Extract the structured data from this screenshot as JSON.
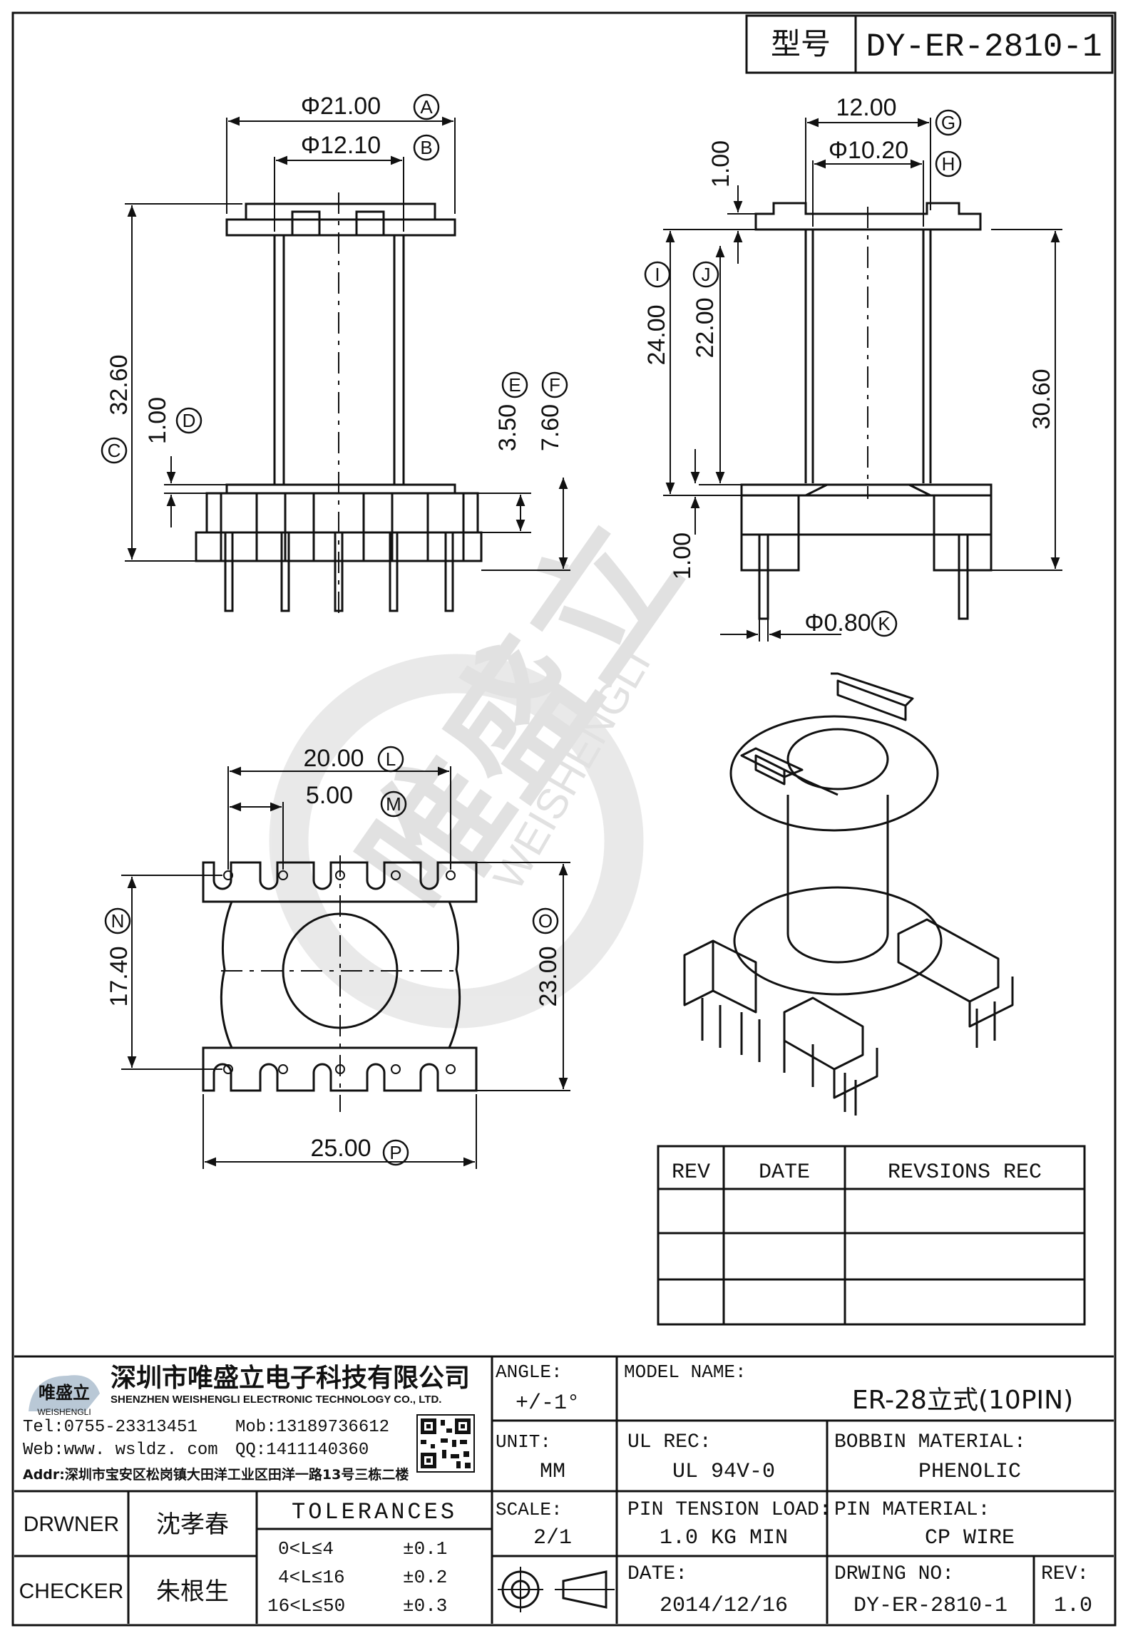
{
  "header": {
    "model_label": "型号",
    "model_no": "DY-ER-2810-1"
  },
  "dims": {
    "A": "Φ21.00",
    "B": "Φ12.10",
    "C": "32.60",
    "D": "1.00",
    "E": "3.50",
    "F": "7.60",
    "G": "12.00",
    "H": "Φ10.20",
    "I": "24.00",
    "J": "22.00",
    "top1": "1.00",
    "total": "30.60",
    "pin_len": "1.00",
    "K": "Φ0.80",
    "L": "20.00",
    "M": "5.00",
    "N": "17.40",
    "O": "23.00",
    "P": "25.00"
  },
  "balloons": [
    "A",
    "B",
    "C",
    "D",
    "E",
    "F",
    "G",
    "H",
    "I",
    "J",
    "K",
    "L",
    "M",
    "N",
    "O",
    "P"
  ],
  "watermark": {
    "cn": "唯盛立",
    "en": "WEISHENGLI"
  },
  "revision_table": {
    "headers": [
      "REV",
      "DATE",
      "REVSIONS REC"
    ],
    "rows": [
      [
        "",
        "",
        ""
      ],
      [
        "",
        "",
        ""
      ],
      [
        "",
        "",
        ""
      ]
    ]
  },
  "company": {
    "logo_cn": "唯盛立",
    "logo_en": "WEISHENGLI",
    "name_cn": "深圳市唯盛立电子科技有限公司",
    "name_en": "SHENZHEN WEISHENGLI ELECTRONIC TECHNOLOGY CO., LTD.",
    "tel": "Tel:0755-23313451",
    "mob": "Mob:13189736612",
    "web": "Web:www. wsldz. com",
    "qq": "QQ:1411140360",
    "addr": "Addr:深圳市宝安区松岗镇大田洋工业区田洋一路13号三栋二楼"
  },
  "title_block": {
    "angle_label": "ANGLE:",
    "angle_value": "+/-1°",
    "model_name_label": "MODEL NAME:",
    "model_name_value": "ER-28立式(10PIN)",
    "unit_label": "UNIT:",
    "unit_value": "MM",
    "ul_label": "UL REC:",
    "ul_value": "UL 94V-0",
    "bobbin_label": "BOBBIN MATERIAL:",
    "bobbin_value": "PHENOLIC",
    "scale_label": "SCALE:",
    "scale_value": "2/1",
    "pin_tension_label": "PIN TENSION LOAD:",
    "pin_tension_value": "1.0 KG MIN",
    "pin_material_label": "PIN MATERIAL:",
    "pin_material_value": "CP WIRE",
    "date_label": "DATE:",
    "date_value": "2014/12/16",
    "drwing_no_label": "DRWING NO:",
    "drwing_no_value": "DY-ER-2810-1",
    "rev_label": "REV:",
    "rev_value": "1.0",
    "drwner_label": "DRWNER",
    "drwner_value": "沈孝春",
    "checker_label": "CHECKER",
    "checker_value": "朱根生",
    "tolerances_label": "TOLERANCES",
    "tolerances": [
      {
        "range": "0<L≤4",
        "tol": "±0.1"
      },
      {
        "range": "4<L≤16",
        "tol": "±0.2"
      },
      {
        "range": "16<L≤50",
        "tol": "±0.3"
      }
    ]
  }
}
